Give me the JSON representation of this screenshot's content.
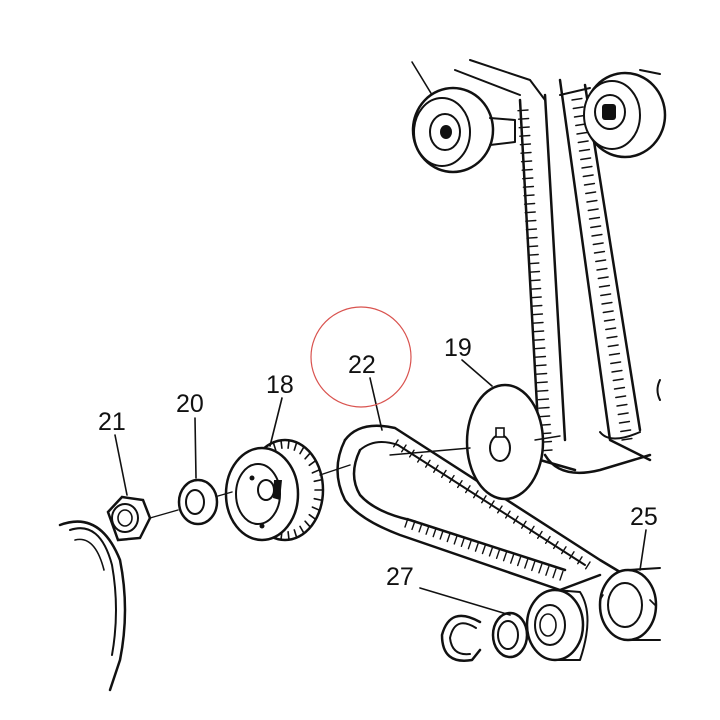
{
  "diagram": {
    "callouts": [
      {
        "id": "21",
        "label": "21"
      },
      {
        "id": "20",
        "label": "20"
      },
      {
        "id": "18",
        "label": "18"
      },
      {
        "id": "22",
        "label": "22"
      },
      {
        "id": "19",
        "label": "19"
      },
      {
        "id": "25",
        "label": "25"
      },
      {
        "id": "27",
        "label": "27"
      }
    ],
    "colors": {
      "ink": "#111111",
      "highlight_circle": "#d9534f",
      "background": "#ffffff"
    },
    "highlighted_part": "22"
  }
}
